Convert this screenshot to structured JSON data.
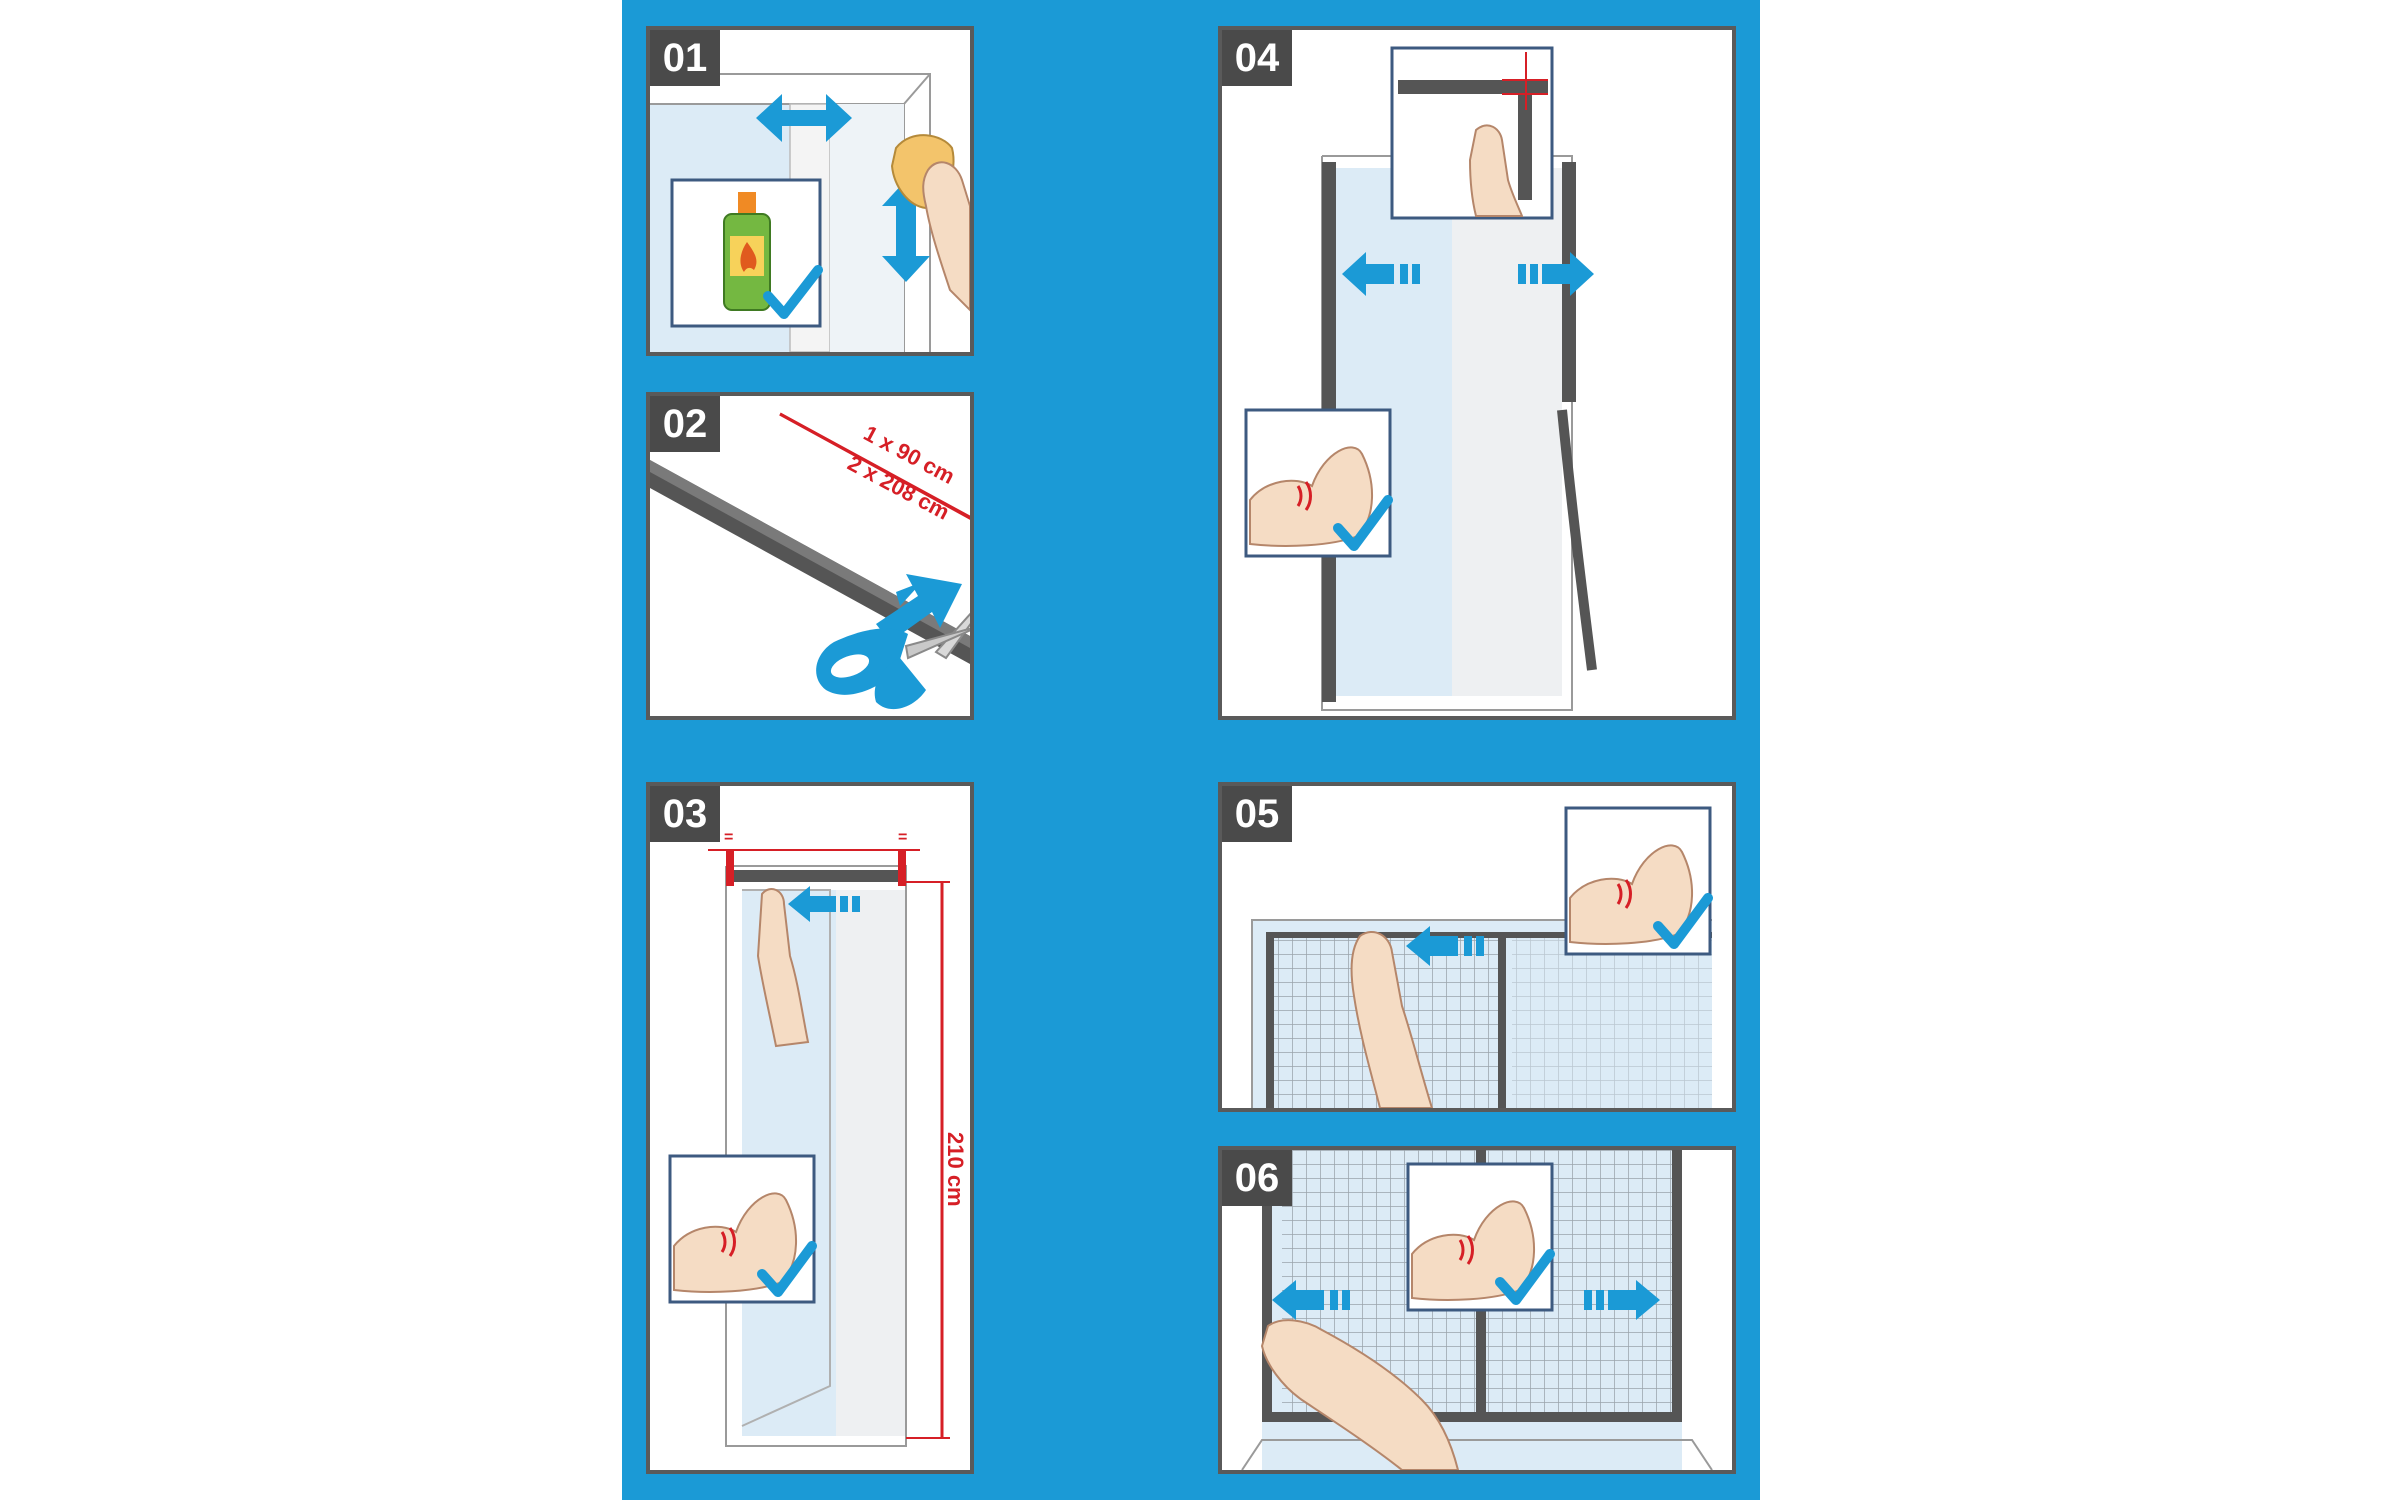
{
  "steps": [
    {
      "number": "01"
    },
    {
      "number": "02",
      "measurements": [
        "1 x 90 cm",
        "2 x 208 cm"
      ]
    },
    {
      "number": "03",
      "height": "210 cm",
      "equal_mark": "="
    },
    {
      "number": "04"
    },
    {
      "number": "05"
    },
    {
      "number": "06"
    }
  ],
  "colors": {
    "background": "#1b9ad6",
    "panel_border": "#5a5a5a",
    "badge": "#4a4a4a",
    "arrow": "#1b9ad6",
    "measure": "#d61f26",
    "glass": "#dcebf6",
    "skin": "#f5dcc4",
    "tape": "#555555"
  },
  "icons": [
    "double-arrow-icon",
    "cleaner-bottle-icon",
    "cloth-icon",
    "scissors-icon",
    "flexed-arm-icon",
    "checkmark-icon",
    "hand-icon"
  ]
}
